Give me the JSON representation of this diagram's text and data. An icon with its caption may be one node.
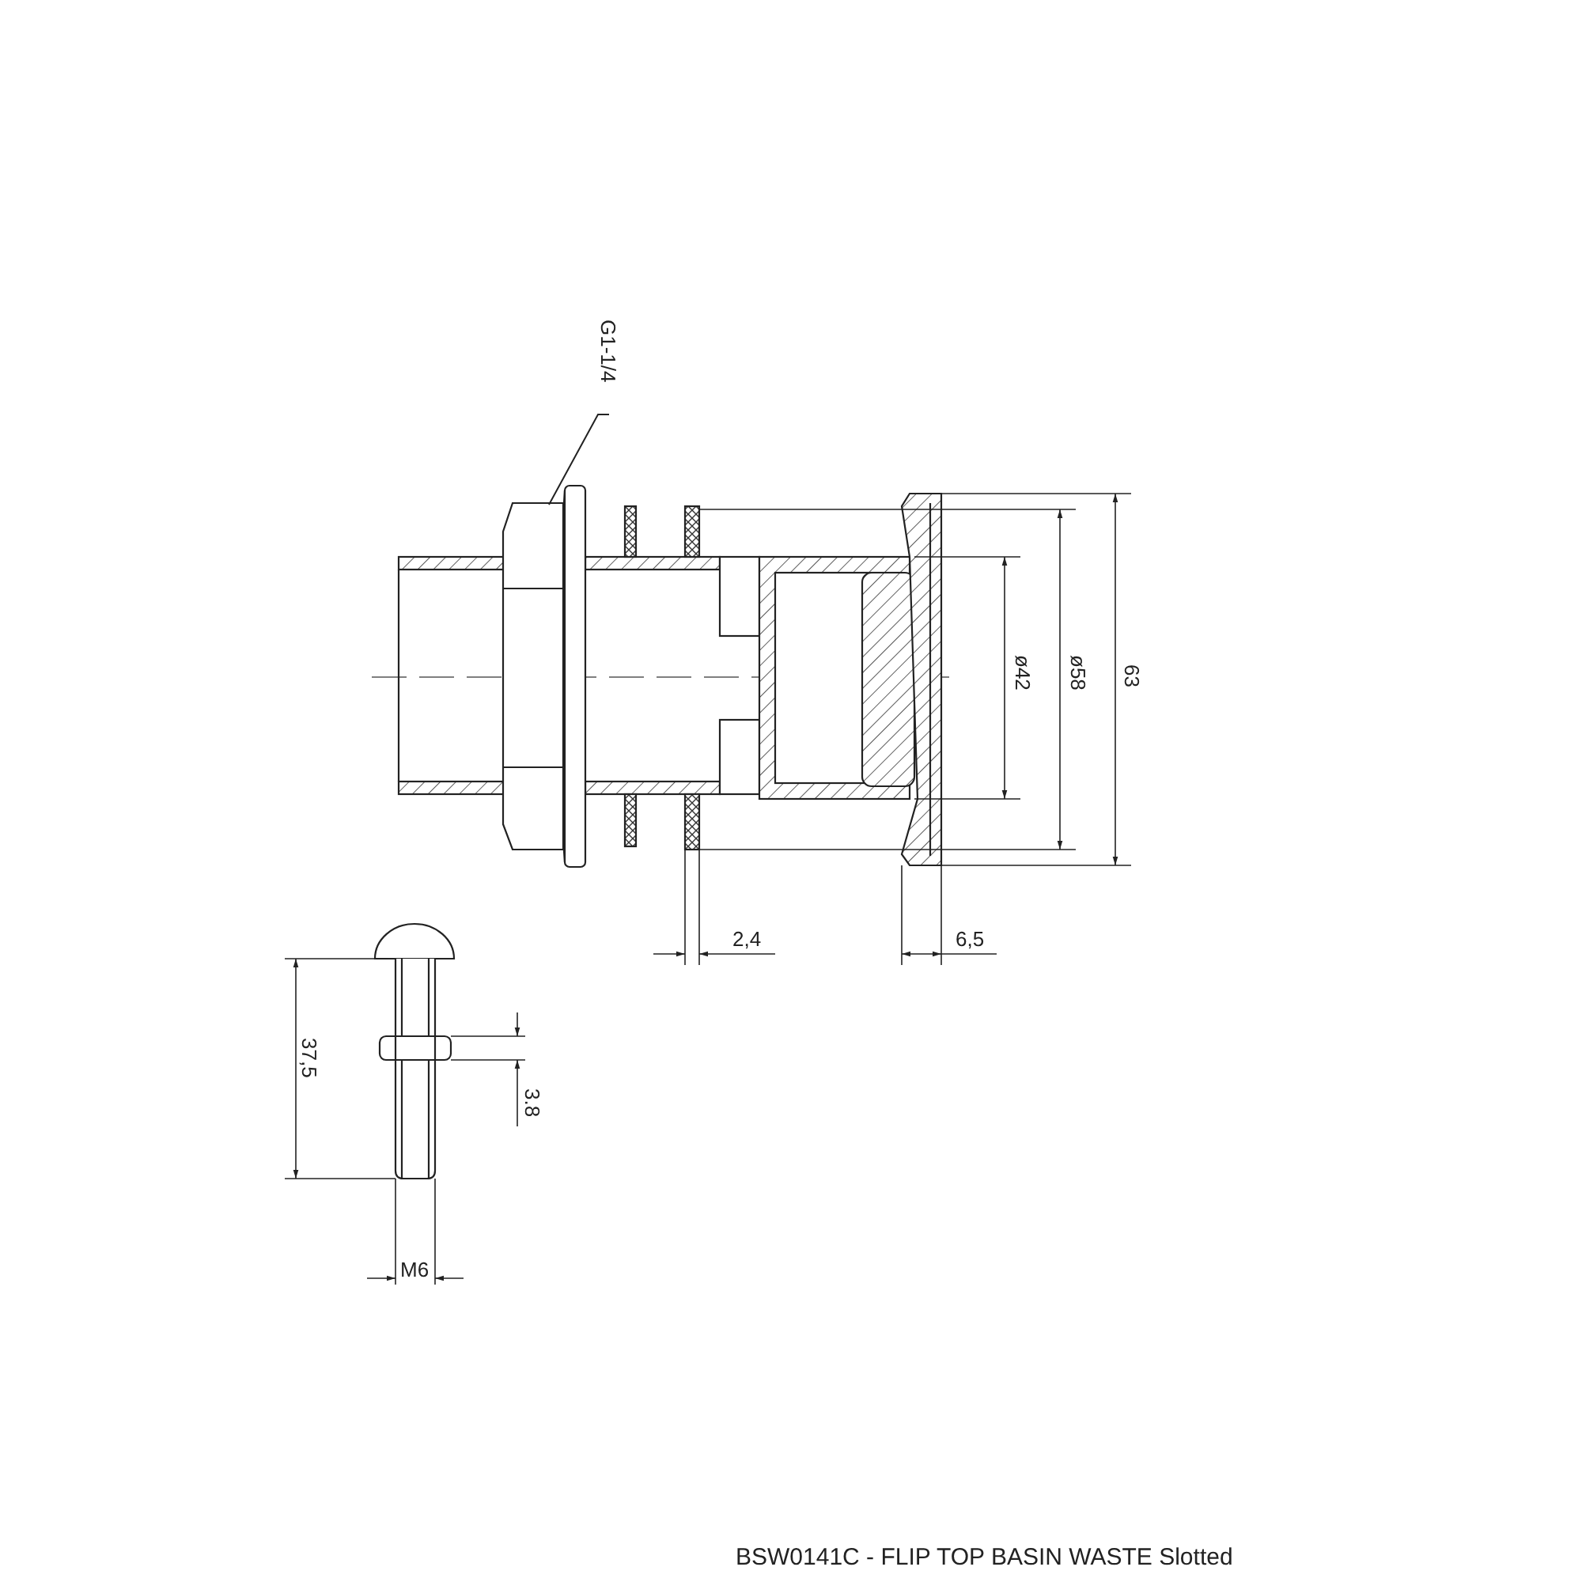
{
  "diagram": {
    "caption": "BSW0141C - FLIP TOP BASIN WASTE Slotted",
    "nodes": [
      {
        "text": [
          "G1-1/4"
        ]
      },
      {
        "text": [],
        "shape": "picture"
      }
    ],
    "edges": [
      {
        "from": 0,
        "to": 1,
        "arrow": "none"
      }
    ],
    "labels": [
      "ø42",
      "ø58",
      "63",
      "2,4",
      "6,5",
      "37,5",
      "3.8",
      "M6"
    ]
  }
}
